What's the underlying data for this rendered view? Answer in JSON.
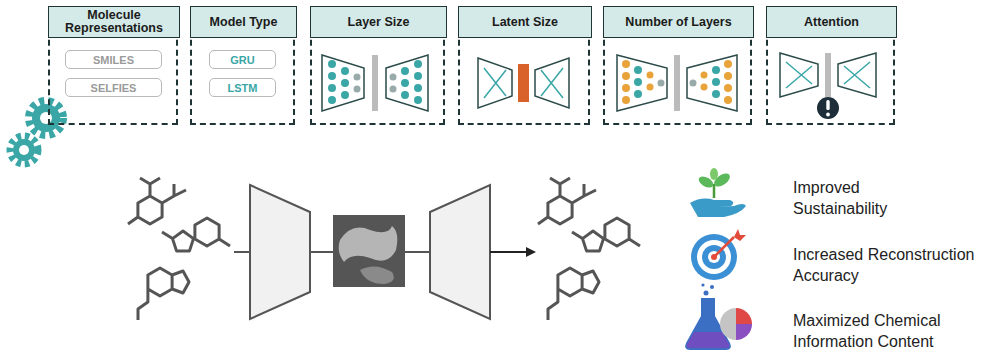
{
  "diagram": {
    "nodes": [
      {
        "text": [
          "Molecule Representations"
        ]
      },
      {
        "text": [
          "SMILES"
        ],
        "in": 0
      },
      {
        "text": [
          "SELFIES"
        ],
        "in": 0
      },
      {
        "text": [
          "Model Type"
        ]
      },
      {
        "text": [
          "GRU"
        ],
        "in": 3
      },
      {
        "text": [
          "LSTM"
        ],
        "in": 3
      },
      {
        "text": [
          "Layer Size"
        ]
      },
      {
        "text": [
          "Latent Size"
        ]
      },
      {
        "text": [
          "Number of Layers"
        ]
      },
      {
        "text": [
          "Attention"
        ]
      }
    ],
    "labels": [
      "Improved Sustainability",
      "Increased Reconstruction Accuracy",
      "Maximized Chemical Information Content"
    ]
  }
}
